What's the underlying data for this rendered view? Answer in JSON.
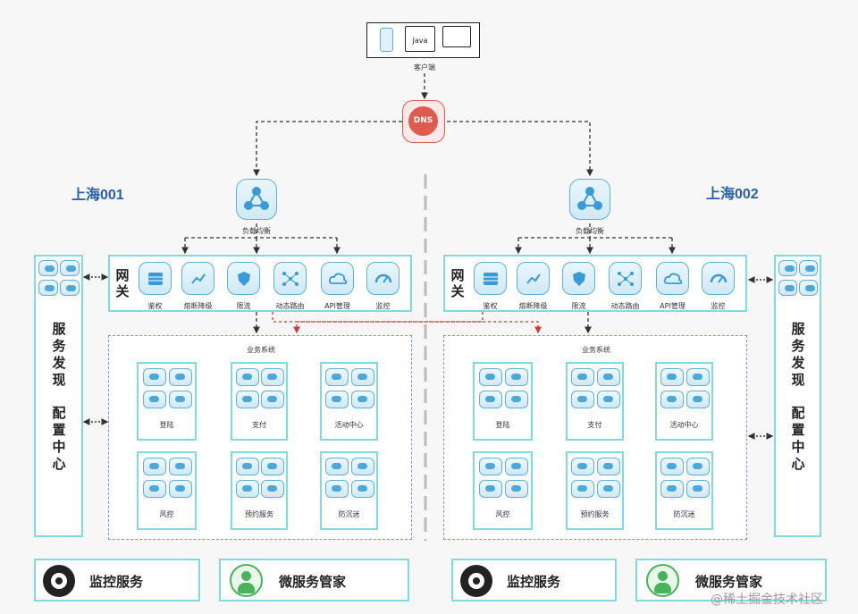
{
  "client": {
    "label": "客户端",
    "java_label": "Java"
  },
  "dns": {
    "label": "DNS"
  },
  "regions": [
    {
      "title": "上海001",
      "lb_label": "负载均衡"
    },
    {
      "title": "上海002",
      "lb_label": "负载均衡"
    }
  ],
  "gateway": {
    "label": "网关",
    "items": [
      "鉴权",
      "熔断降级",
      "限流",
      "动态路由",
      "API管理",
      "监控"
    ]
  },
  "business": {
    "title": "业务系统",
    "services": [
      "登陆",
      "支付",
      "活动中心",
      "风控",
      "预约服务",
      "防沉迷"
    ]
  },
  "discovery": {
    "label_top": "服务发现",
    "label_bottom": "配置中心"
  },
  "bottom": {
    "monitor": "监控服务",
    "steward": "微服务管家"
  },
  "watermark": "@稀土掘金技术社区",
  "colors": {
    "cyan": "#7fdbe0",
    "blue": "#2a5fa8",
    "dns_red": "#e05a4f",
    "green_link": "#3cc85a"
  }
}
